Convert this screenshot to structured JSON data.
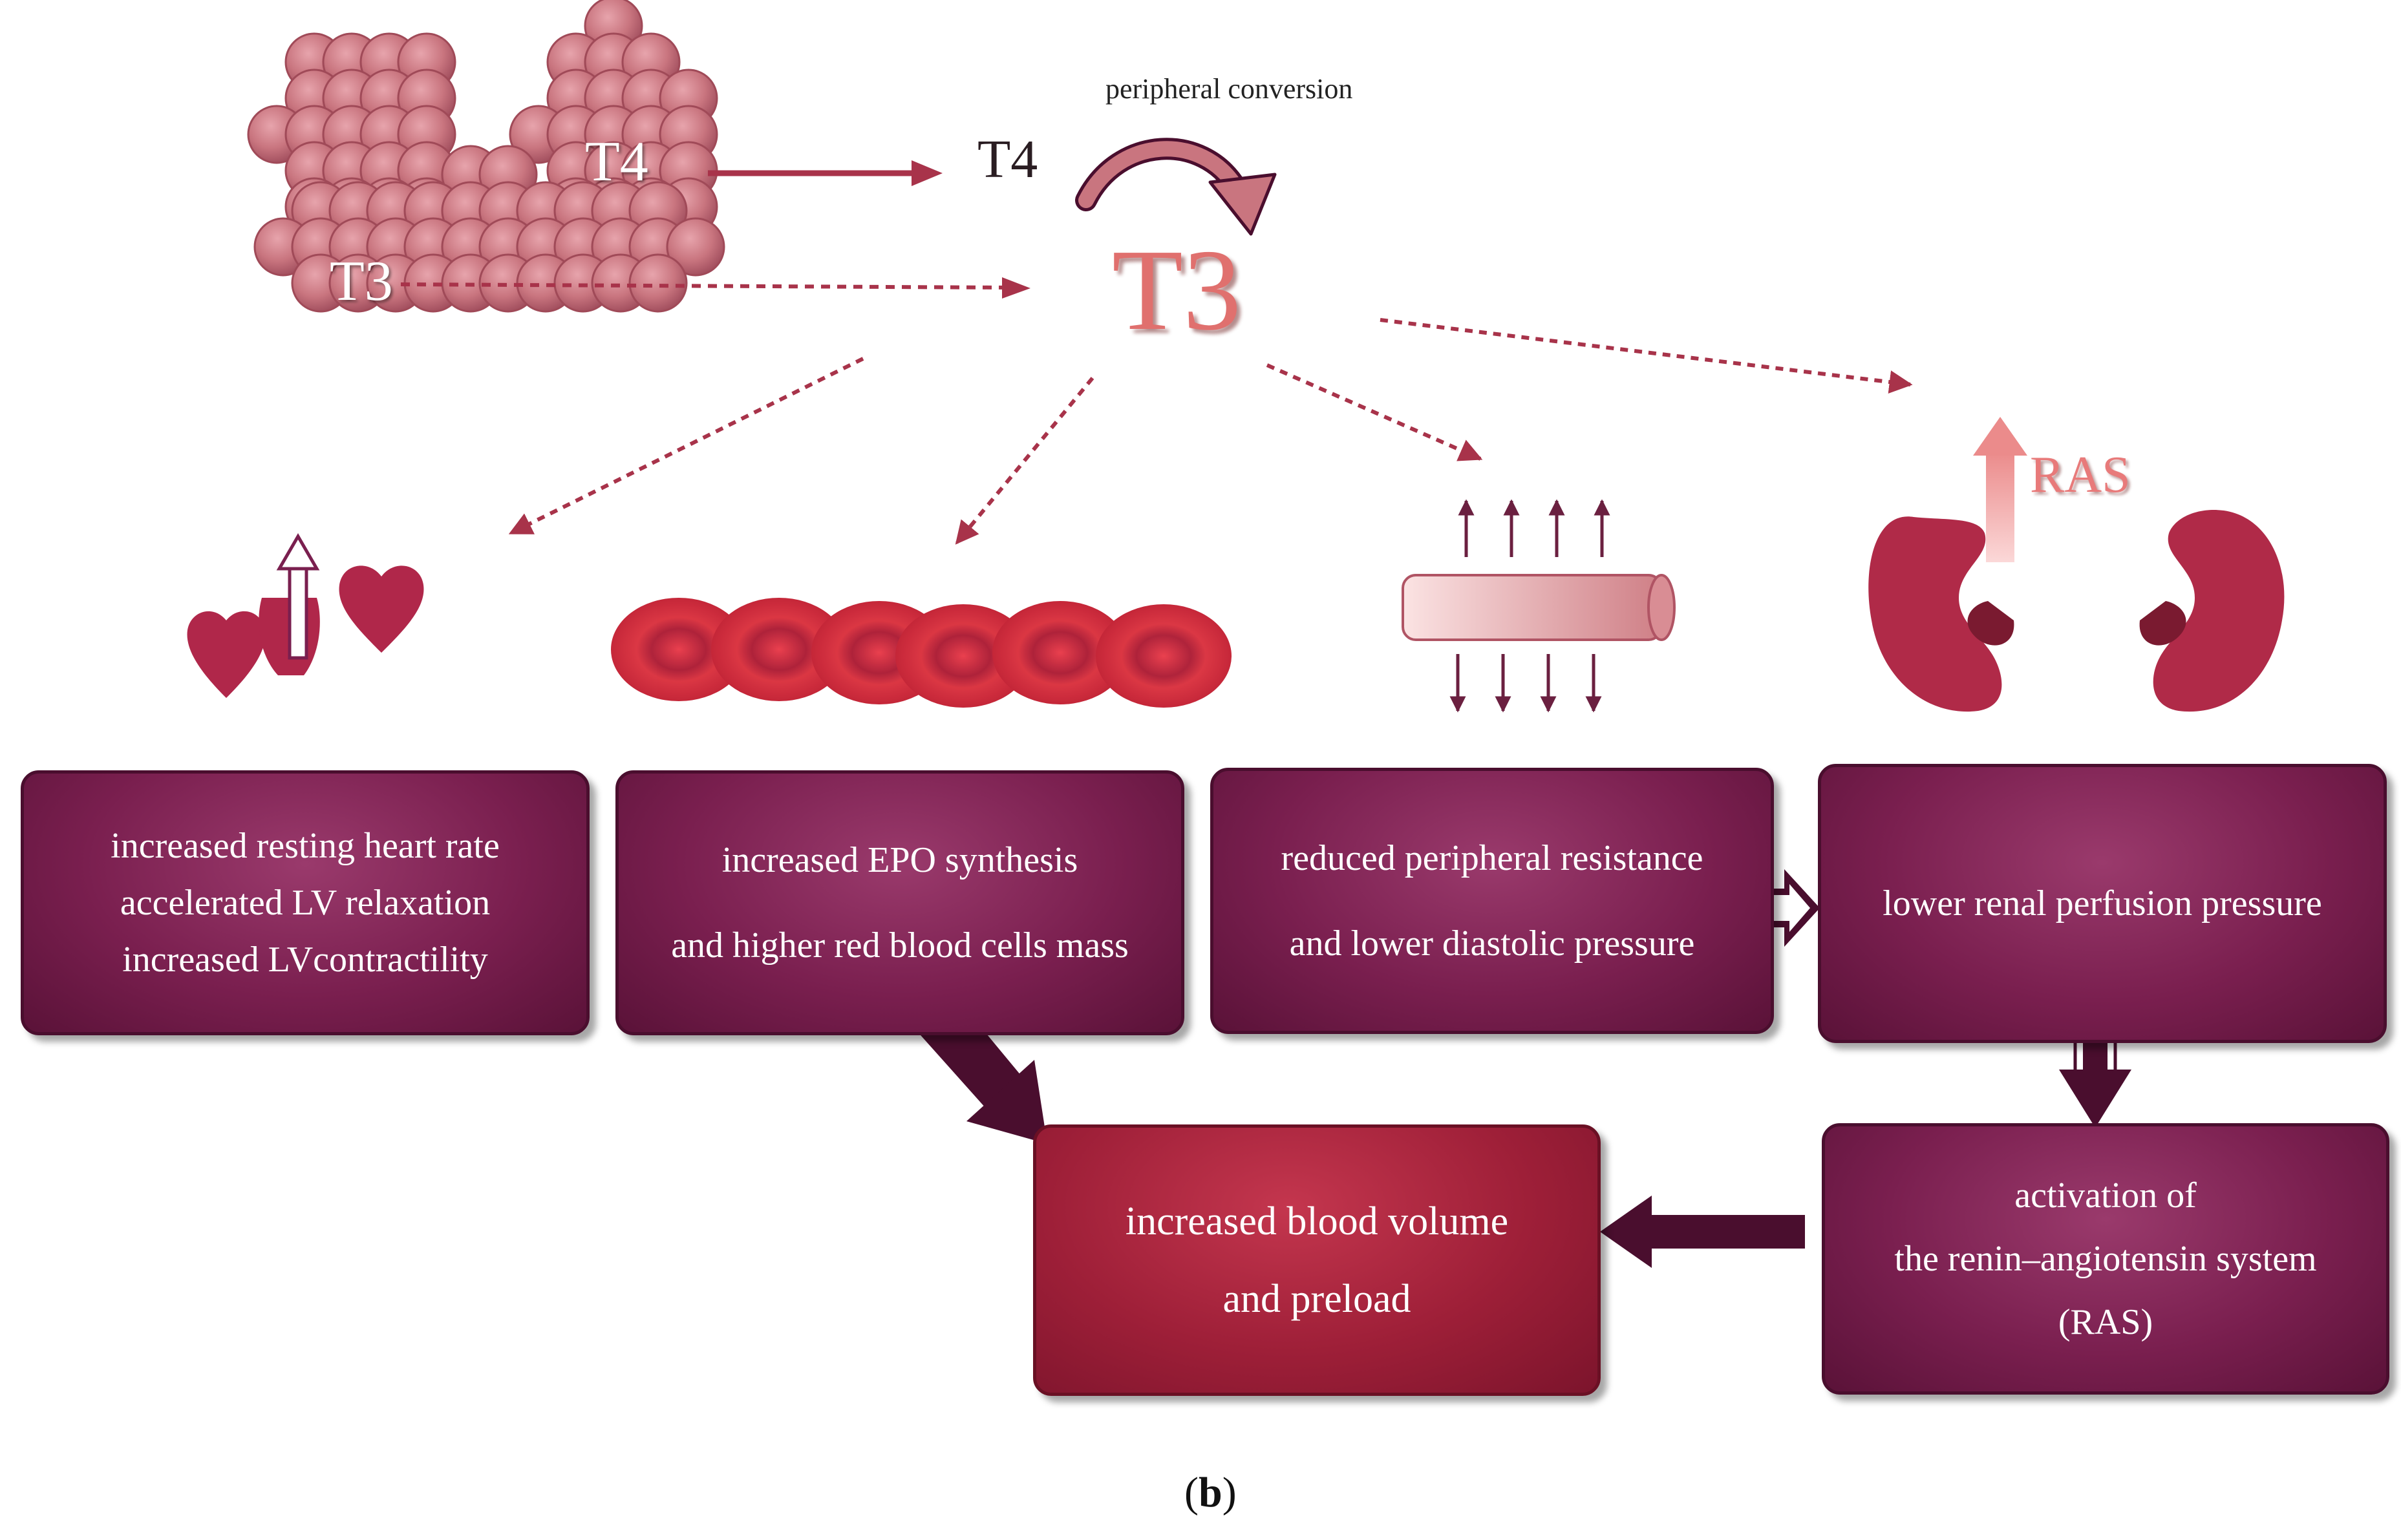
{
  "labels": {
    "peripheral_conversion": "peripheral  conversion",
    "t4_gland": "T4",
    "t3_gland": "T3",
    "t4_serum": "T4",
    "t3_serum": "T3",
    "ras_icon": "RAS",
    "caption_letter": "b",
    "caption_open": "(",
    "caption_close": ")"
  },
  "boxes": {
    "heart": [
      "increased resting heart rate",
      "accelerated LV relaxation",
      "increased LVcontractility"
    ],
    "epo": [
      "increased EPO synthesis",
      "and higher red blood cells mass"
    ],
    "resistance": [
      "reduced peripheral resistance",
      "and lower diastolic pressure"
    ],
    "renal": [
      "lower renal perfusion pressure"
    ],
    "ras": [
      "activation of",
      "the renin–angiotensin system",
      "(RAS)"
    ],
    "blood_volume": [
      "increased blood volume",
      "and preload"
    ]
  },
  "colors": {
    "box_plum": "#7a1f4f",
    "box_crimson": "#9e1f38",
    "thyroid_pink": "#c9757f",
    "arrow_dark": "#4a0e2e",
    "dotted_arrow": "#a8334a",
    "t3_text": "#e0706e",
    "kidney": "#b02a48"
  },
  "icons": {
    "thyroid": "thyroid-gland-icon",
    "heart": "heart-rate-icon",
    "rbc": "red-blood-cells-icon",
    "vessel": "blood-vessel-icon",
    "kidneys": "kidneys-icon"
  }
}
